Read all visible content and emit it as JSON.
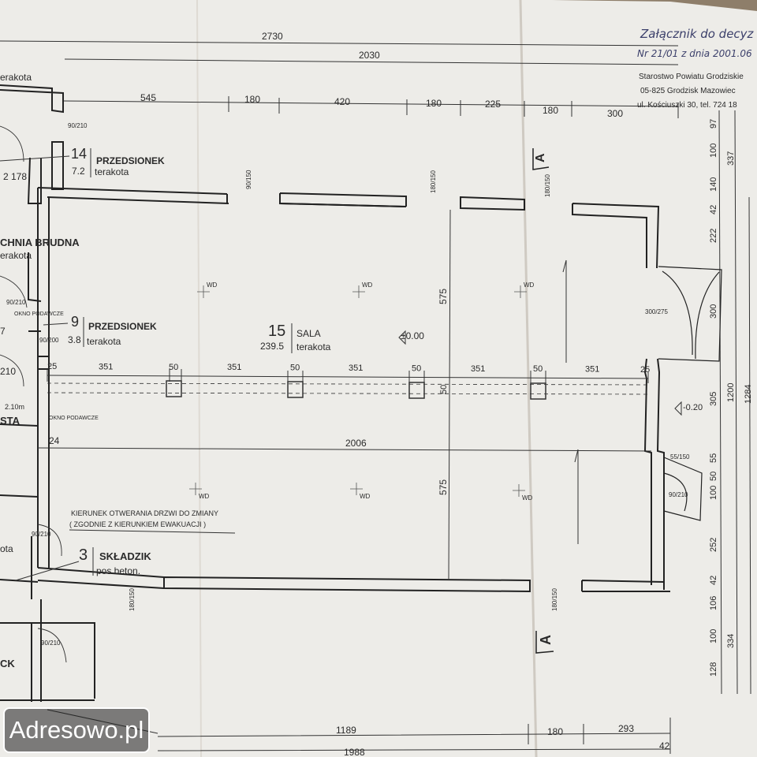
{
  "stamp": {
    "line1": "Załącznik do decyz",
    "line2": "Nr 21/01 z dnia 2001.06",
    "line3": "Starostwo Powiatu Grodziskie",
    "line4": "05-825 Grodzisk Mazowiec",
    "line5": "ul. Kościuszki 30, tel. 724 18"
  },
  "dims_top": {
    "overall": "2730",
    "inner": "2030",
    "segments": [
      "545",
      "180",
      "420",
      "180",
      "225",
      "180",
      "300"
    ]
  },
  "dims_bottom": {
    "segments": [
      "1189",
      "180",
      "293"
    ],
    "overall": "1988",
    "wall": "42"
  },
  "dims_right_a": [
    "97",
    "100",
    "140",
    "42",
    "222",
    "300",
    "305",
    "55",
    "50",
    "100",
    "252",
    "42",
    "106",
    "100",
    "128"
  ],
  "dims_right_b": [
    "337",
    "1200",
    "334"
  ],
  "dims_right_c": [
    "1284"
  ],
  "grid_row": [
    "25",
    "351",
    "50",
    "351",
    "50",
    "351",
    "50",
    "351",
    "50",
    "351",
    "25"
  ],
  "column_dim": "50",
  "room_width": "2006",
  "room_width_offset": "24",
  "hall_depth": [
    "575",
    "575"
  ],
  "rooms": [
    {
      "no": "14",
      "name": "PRZEDSIONEK",
      "area": "7.2",
      "floor": "terakota"
    },
    {
      "no": "9",
      "name": "PRZEDSIONEK",
      "area": "3.8",
      "floor": "terakota"
    },
    {
      "no": "15",
      "name": "SALA",
      "area": "239.5",
      "floor": "terakota"
    },
    {
      "no": "3",
      "name": "SKŁADZIK",
      "area": "",
      "floor": "pos.beton."
    }
  ],
  "partial_labels": {
    "top_floor": "erakota",
    "kitchen": "CHNIA BRUDNA",
    "kitchen_floor": "erakota",
    "room_2_178": "2  178",
    "sta": "STA",
    "oto": "ota",
    "ck": "CK",
    "seven": "7",
    "two_ten": "210",
    "height": "2.10m"
  },
  "window_labels": {
    "okno_podawcze_1": "OKNO PODAWCZE",
    "okno_podawcze_2": "OKNO PODAWCZE"
  },
  "level_main": "±0.00",
  "level_side": "-0.20",
  "wd_label": "WD",
  "section_label": "A",
  "window_tags": [
    "90/150",
    "180/150",
    "180/150",
    "180/150",
    "180/150",
    "55/150"
  ],
  "door_tags": [
    "90/210",
    "90/210",
    "90/200",
    "90/210",
    "90/210",
    "300/275",
    "90/210"
  ],
  "note_line1": "KIERUNEK OTWERANIA DRZWI DO ZMIANY",
  "note_line2": "( ZGODNIE Z KIERUNKIEM EWAKUACJI )",
  "watermark": "Adresowo.pl"
}
